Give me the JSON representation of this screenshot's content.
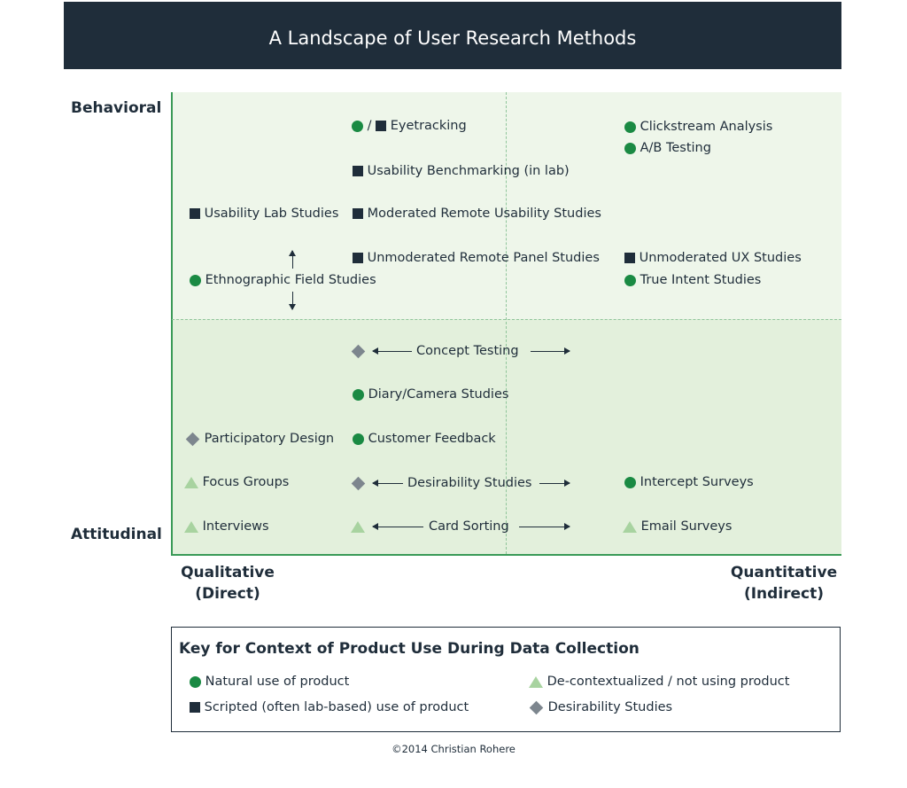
{
  "title": "A Landscape of User Research Methods",
  "axes": {
    "y_top": "Behavioral",
    "y_bottom": "Attitudinal",
    "x_left_line1": "Qualitative",
    "x_left_line2": "(Direct)",
    "x_right_line1": "Quantitative",
    "x_right_line2": "(Indirect)"
  },
  "methods": {
    "eyetracking": {
      "label": "Eyetracking",
      "separator": "/",
      "icons": [
        "circle",
        "square"
      ]
    },
    "clickstream": {
      "label": "Clickstream Analysis",
      "icon": "circle"
    },
    "ab_testing": {
      "label": "A/B Testing",
      "icon": "circle"
    },
    "usability_benchmarking": {
      "label": "Usability Benchmarking (in lab)",
      "icon": "square"
    },
    "usability_lab": {
      "label": "Usability Lab Studies",
      "icon": "square"
    },
    "moderated_remote": {
      "label": "Moderated Remote Usability Studies",
      "icon": "square"
    },
    "unmoderated_panel": {
      "label": "Unmoderated Remote Panel Studies",
      "icon": "square"
    },
    "unmoderated_ux": {
      "label": "Unmoderated UX Studies",
      "icon": "square"
    },
    "ethnographic": {
      "label": "Ethnographic Field Studies",
      "icon": "circle"
    },
    "true_intent": {
      "label": "True Intent Studies",
      "icon": "circle"
    },
    "concept_testing": {
      "label": "Concept Testing",
      "icon": "diamond"
    },
    "diary_camera": {
      "label": "Diary/Camera Studies",
      "icon": "circle"
    },
    "participatory_design": {
      "label": "Participatory Design",
      "icon": "diamond"
    },
    "customer_feedback": {
      "label": "Customer Feedback",
      "icon": "circle"
    },
    "focus_groups": {
      "label": "Focus Groups",
      "icon": "triangle"
    },
    "desirability_studies": {
      "label": "Desirability Studies",
      "icon": "diamond"
    },
    "intercept_surveys": {
      "label": "Intercept Surveys",
      "icon": "circle"
    },
    "interviews": {
      "label": "Interviews",
      "icon": "triangle"
    },
    "card_sorting": {
      "label": "Card Sorting",
      "icon": "triangle"
    },
    "email_surveys": {
      "label": "Email Surveys",
      "icon": "triangle"
    }
  },
  "key": {
    "title": "Key for Context of Product Use During Data Collection",
    "natural": "Natural use of product",
    "scripted": "Scripted (often lab-based) use of product",
    "decontextualized": "De-contextualized / not using product",
    "desirability": "Desirability Studies"
  },
  "colors": {
    "navy": "#1f2d3a",
    "green_circle": "#1a8a43",
    "light_triangle": "#a8d3a0",
    "gray_diamond": "#7d868e",
    "quad_top": "#eef6ea",
    "quad_bottom": "#e3f0dc",
    "axis_line": "#3a9a57"
  },
  "copyright": "©2014 Christian Rohere"
}
